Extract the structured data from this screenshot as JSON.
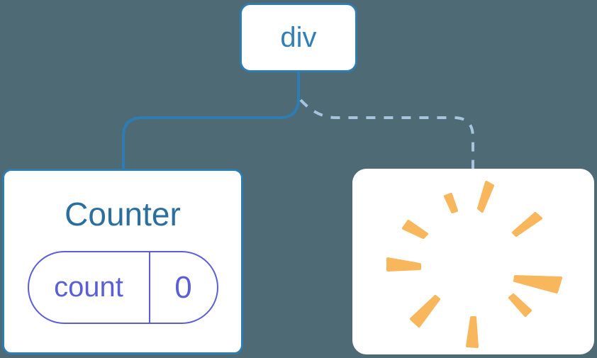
{
  "diagram": {
    "description": "component tree: div root keeps Counter child (solid edge), second child removed (dashed edge to burst)",
    "root_node": {
      "label": "div"
    },
    "counter_node": {
      "title": "Counter",
      "state_pill": {
        "key": "count",
        "value": "0"
      }
    },
    "removed_node": {
      "icon": "burst-poof-icon"
    },
    "edges": [
      {
        "style": "solid",
        "from": "div",
        "to": "Counter"
      },
      {
        "style": "dashed",
        "from": "div",
        "to": "removed-subtree"
      }
    ],
    "colors": {
      "background": "#4D6A75",
      "node_border_blue": "#2E7CB2",
      "div_label_blue": "#3180B8",
      "counter_title_blue": "#2B6F9E",
      "state_purple": "#5B5FD6",
      "dashed_edge_blue": "#A6C4DD",
      "burst_orange": "#F8B75D",
      "card_white": "#FFFFFF"
    }
  }
}
